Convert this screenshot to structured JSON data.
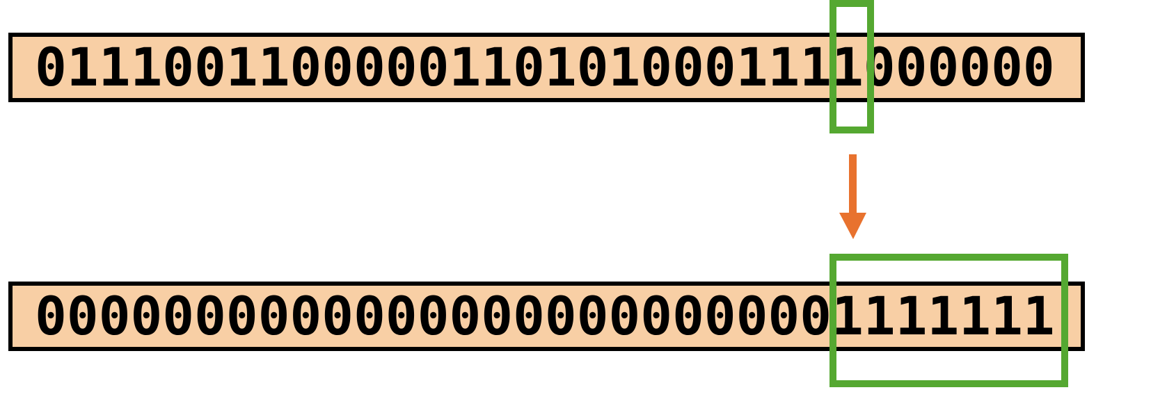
{
  "top_register": {
    "bits": "01110011000001101010001111000000",
    "highlight_index": 25
  },
  "bottom_register": {
    "bits": "00000000000000000000000001111111",
    "highlight_start": 25,
    "highlight_end": 31
  },
  "colors": {
    "register_fill": "#F8CFA5",
    "highlight": "#55A831",
    "arrow": "#E8722E"
  }
}
